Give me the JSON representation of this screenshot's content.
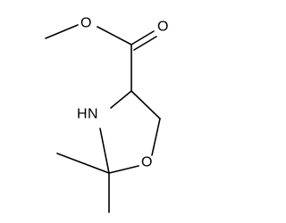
{
  "molecule": {
    "atoms": {
      "nitrogen": {
        "symbol": "N",
        "hydrogen": "H"
      },
      "ring_oxygen": {
        "symbol": "O"
      },
      "carbonyl_oxygen": {
        "symbol": "O"
      },
      "ester_oxygen": {
        "symbol": "O"
      }
    },
    "bonds": [
      {
        "from": "methyl_ester_carbon",
        "to": "ester_oxygen",
        "order": 1
      },
      {
        "from": "ester_oxygen",
        "to": "carbonyl_carbon",
        "order": 1
      },
      {
        "from": "carbonyl_carbon",
        "to": "carbonyl_oxygen",
        "order": 2
      },
      {
        "from": "carbonyl_carbon",
        "to": "ring_c4",
        "order": 1
      },
      {
        "from": "ring_c4",
        "to": "ring_c5",
        "order": 1
      },
      {
        "from": "ring_c5",
        "to": "ring_oxygen",
        "order": 1
      },
      {
        "from": "ring_oxygen",
        "to": "ring_c2",
        "order": 1
      },
      {
        "from": "ring_c2",
        "to": "nitrogen",
        "order": 1
      },
      {
        "from": "nitrogen",
        "to": "ring_c4",
        "order": 1
      },
      {
        "from": "ring_c2",
        "to": "methyl_left",
        "order": 1
      },
      {
        "from": "ring_c2",
        "to": "methyl_right",
        "order": 1
      }
    ],
    "colors": {
      "bond": "#000000",
      "label": "#000000",
      "background": "#ffffff"
    }
  }
}
